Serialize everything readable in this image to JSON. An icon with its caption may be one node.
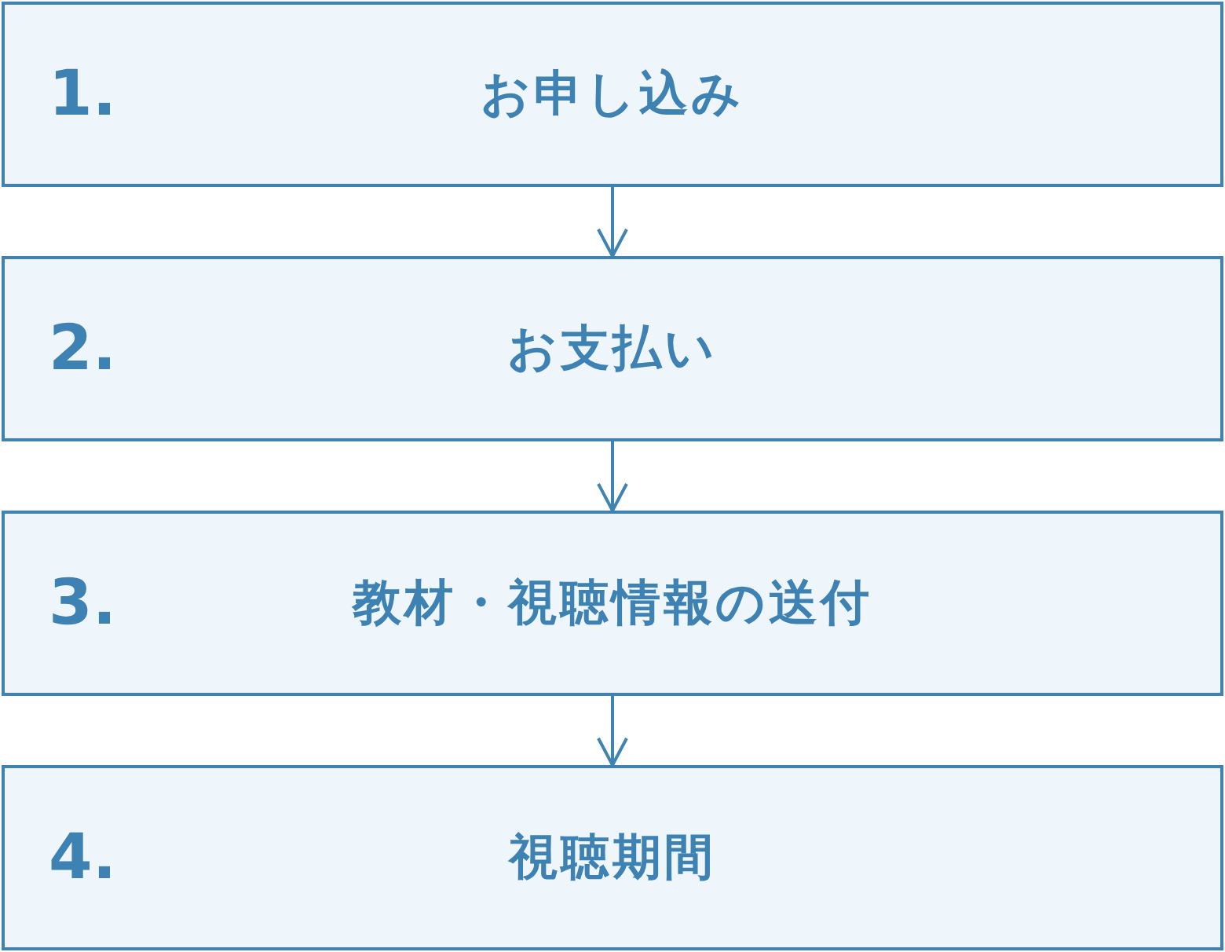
{
  "diagram": {
    "nodes": [
      {
        "text": [
          "1.",
          "お申し込み"
        ]
      },
      {
        "text": [
          "2.",
          "お支払い"
        ]
      },
      {
        "text": [
          "3.",
          "教材・視聴情報の送付"
        ]
      },
      {
        "text": [
          "4.",
          "視聴期間"
        ]
      }
    ],
    "edges": [
      {
        "from": 0,
        "to": 1,
        "arrow": "to"
      },
      {
        "from": 1,
        "to": 2,
        "arrow": "to"
      },
      {
        "from": 2,
        "to": 3,
        "arrow": "to"
      }
    ]
  }
}
